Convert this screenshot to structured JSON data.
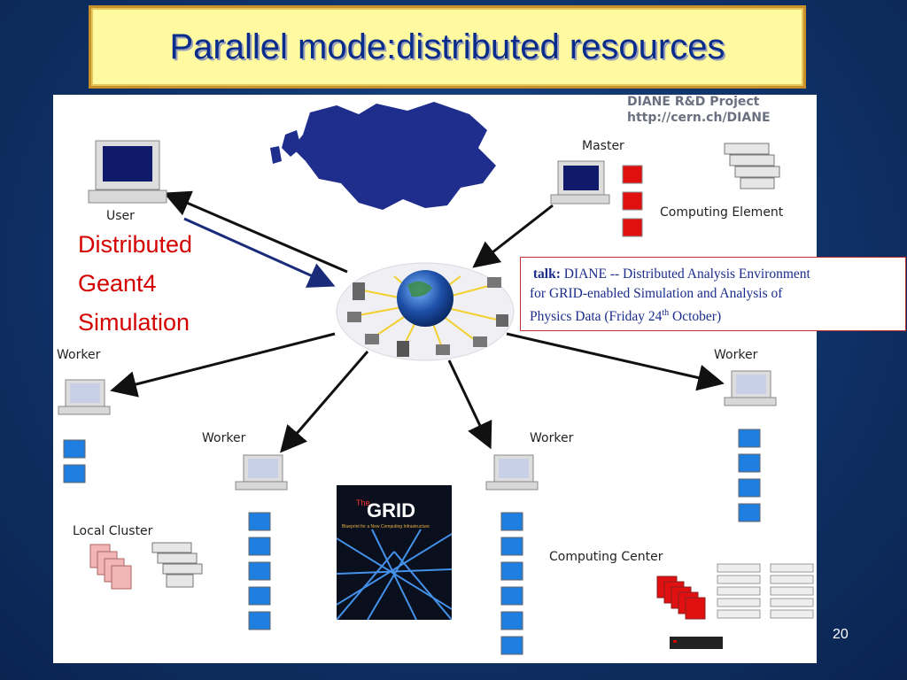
{
  "title": "Parallel mode:distributed resources",
  "project": {
    "line1": "DIANE R&D Project",
    "line2": "http://cern.ch/DIANE"
  },
  "nodes": {
    "user": "User",
    "master": "Master",
    "computing_element": "Computing Element",
    "worker_left": "Worker",
    "worker_mid_left": "Worker",
    "worker_mid_right": "Worker",
    "worker_right": "Worker",
    "local_cluster": "Local Cluster",
    "computing_center": "Computing Center"
  },
  "side_text": [
    "Distributed",
    "Geant4",
    "Simulation"
  ],
  "talk": {
    "label": "talk:",
    "text1": "DIANE -- Distributed Analysis Environment",
    "text2": "for GRID-enabled Simulation and Analysis of",
    "text3a": "Physics Data  (Friday 24",
    "text3sup": "th",
    "text3b": " October)"
  },
  "book": {
    "the": "The",
    "title": "GRID",
    "subtitle": "Blueprint for a New Computing Infrastructure"
  },
  "page_number": "20",
  "colors": {
    "title_bg": "#fff9a0",
    "title_text": "#0a2d8c",
    "accent_red": "#d40000",
    "node_blue": "#1e7fe0",
    "node_red": "#e01010"
  }
}
